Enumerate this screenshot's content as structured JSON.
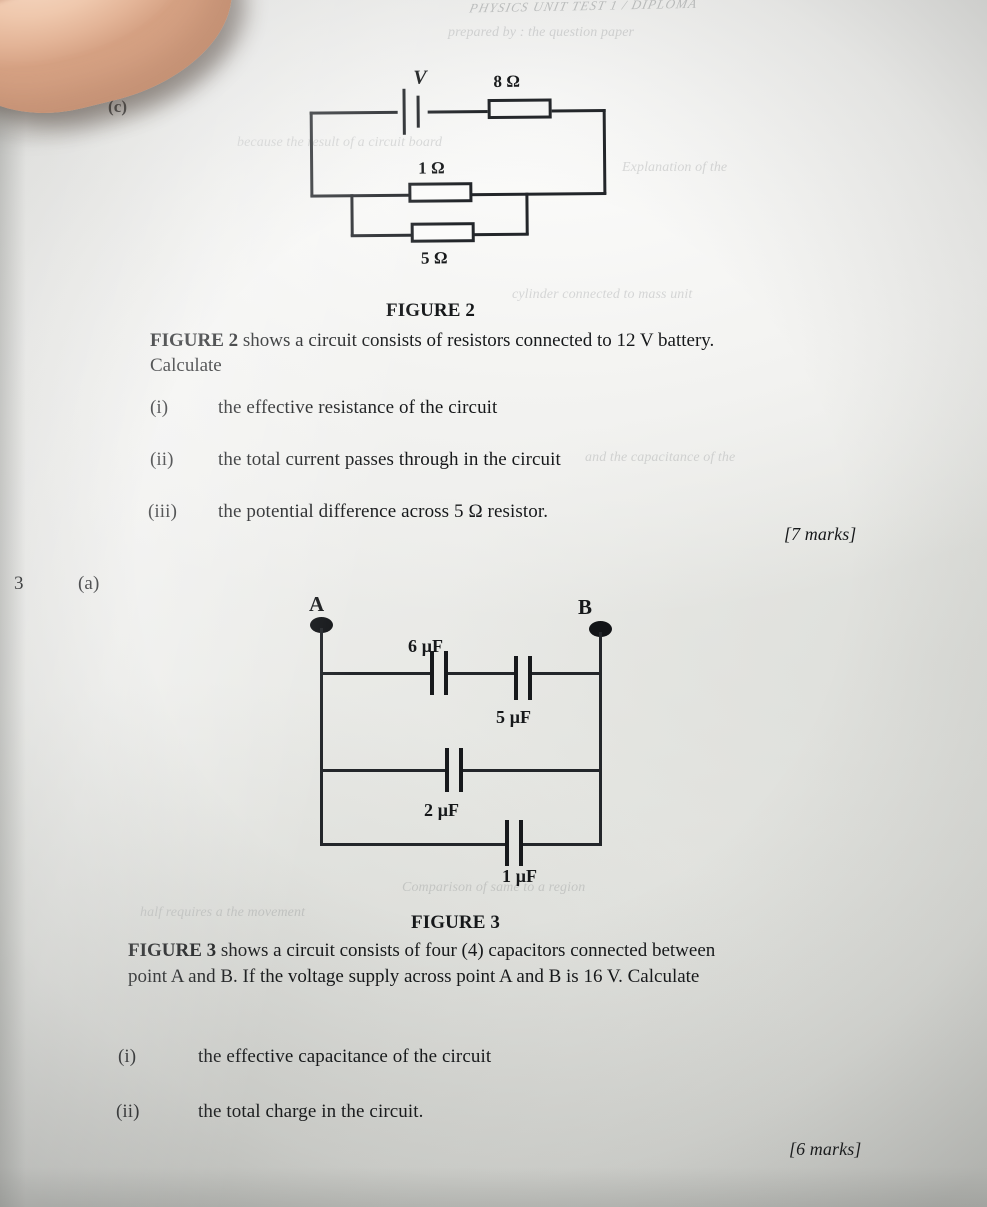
{
  "page": {
    "header_faint": "PHYSICS UNIT TEST 1 / DIPLOMA",
    "question_number": "3",
    "question_part": "(a)",
    "prev_part_label": "(c)"
  },
  "figure2": {
    "caption": "FIGURE 2",
    "battery_label": "V",
    "resistors": [
      {
        "label": "8 Ω",
        "position": "top-branch"
      },
      {
        "label": "1 Ω",
        "position": "middle-branch"
      },
      {
        "label": "5 Ω",
        "position": "bottom-branch"
      }
    ],
    "stem": "FIGURE 2 shows a circuit consists of resistors connected to 12 V battery.",
    "stem_bold_lead": "FIGURE 2",
    "stem_rest": " shows a circuit consists of resistors connected to 12 V battery.",
    "stem_line2": "Calculate",
    "items": [
      {
        "num": "(i)",
        "text": "the effective resistance of the circuit"
      },
      {
        "num": "(ii)",
        "text": "the total current passes through in the circuit"
      },
      {
        "num": "(iii)",
        "text": "the potential difference across 5 Ω resistor."
      }
    ],
    "marks": "[7 marks]"
  },
  "figure3": {
    "caption": "FIGURE 3",
    "terminal_a": "A",
    "terminal_b": "B",
    "capacitors": [
      {
        "label": "6 μF",
        "branch": "top-left"
      },
      {
        "label": "5 μF",
        "branch": "top-right"
      },
      {
        "label": "2 μF",
        "branch": "middle"
      },
      {
        "label": "1 μF",
        "branch": "bottom"
      }
    ],
    "stem_bold_lead": "FIGURE 3",
    "stem_rest": " shows a circuit consists of four (4) capacitors connected between",
    "stem_line2": "point A and B.  If the voltage supply across point A and B is 16 V.  Calculate",
    "items": [
      {
        "num": "(i)",
        "text": "the effective capacitance of the circuit"
      },
      {
        "num": "(ii)",
        "text": "the total charge in the circuit."
      }
    ],
    "marks": "[6 marks]"
  },
  "showthrough": {
    "l1": "prepared by : the question paper",
    "l2": "because the result of a circuit board",
    "l3": "Explanation of the",
    "l4": "cylinder connected to mass unit",
    "l5": "and the capacitance of the",
    "l6": "Comparison of same to a region",
    "l7": "half requires a the movement"
  },
  "colors": {
    "ink": "#16181a",
    "paper": "#f0f0ee",
    "wire": "#23262a"
  }
}
